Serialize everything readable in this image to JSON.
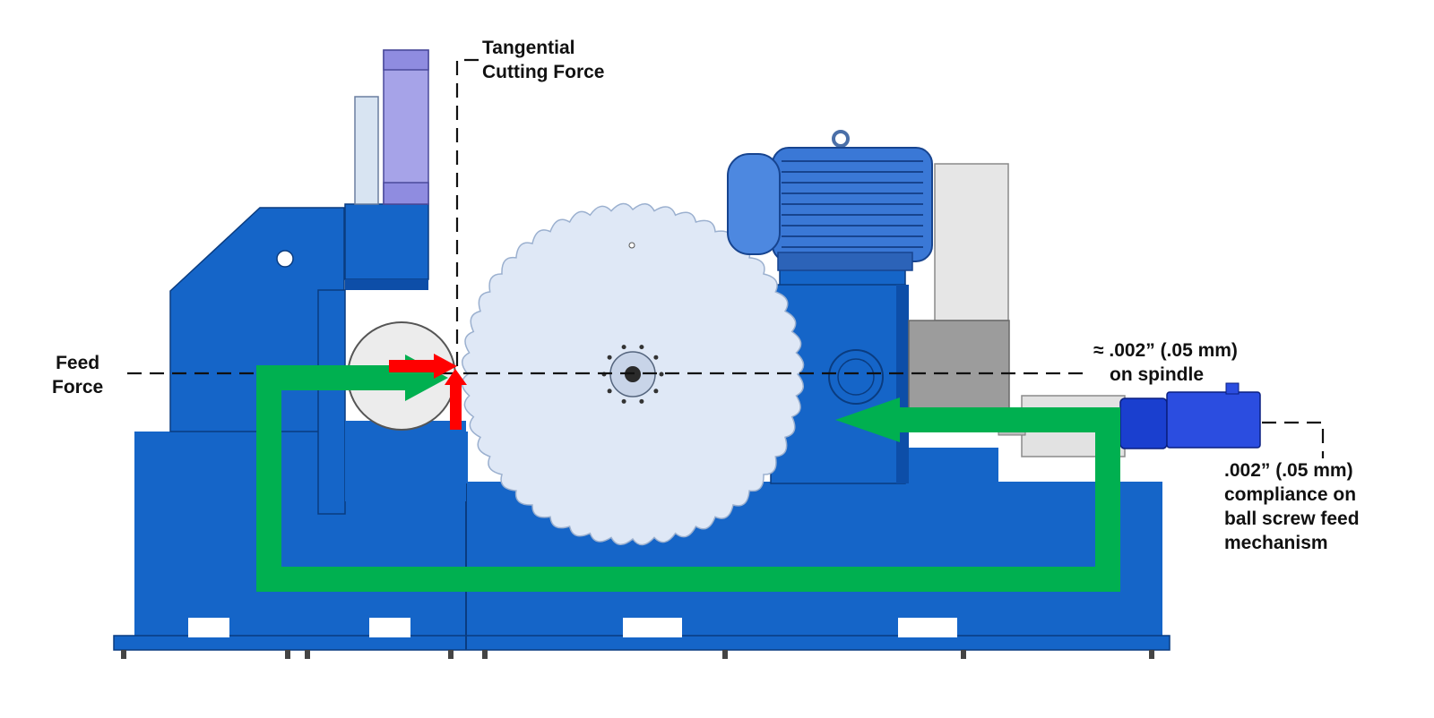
{
  "labels": {
    "tangential_line1": "Tangential",
    "tangential_line2": "Cutting Force",
    "feed_line1": "Feed",
    "feed_line2": "Force",
    "spindle_line1": "≈ .002” (.05 mm)",
    "spindle_line2": "on spindle",
    "ballscrew_line1": ".002” (.05 mm)",
    "ballscrew_line2": "compliance on",
    "ballscrew_line3": "ball screw feed",
    "ballscrew_line4": "mechanism"
  },
  "colors": {
    "machine_blue": "#1565c8",
    "machine_dark_blue": "#0d4ea8",
    "motor_blue": "#3a78d6",
    "blade_fill": "#dfe8f6",
    "force_loop_green": "#00b050",
    "force_arrow_red": "#ff0000",
    "cylinder_purple": "#a6a3e8",
    "panel_gray": "#d8d8d8",
    "dashed_line": "#111111"
  },
  "icons": {
    "blade": "circular-saw-blade",
    "motor": "electric-motor-icon",
    "cylinder": "pneumatic-cylinder-icon",
    "servo": "servo-motor-icon"
  }
}
